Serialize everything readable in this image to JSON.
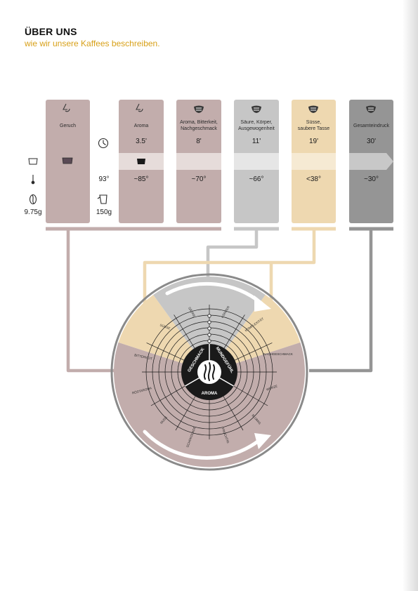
{
  "header": {
    "title": "ÜBER UNS",
    "subtitle": "wie wir unsere Kaffees beschreiben."
  },
  "prep": {
    "temperature": "93°",
    "dose": "9.75g",
    "water": "150g"
  },
  "columns": [
    {
      "label": "Geruch",
      "time": "",
      "temp": "",
      "color": "#c2adac",
      "icon": "nose-icon"
    },
    {
      "label": "Aroma",
      "time": "3.5'",
      "temp": "~85°",
      "color": "#c2adac",
      "icon": "nose-icon"
    },
    {
      "label": "Aroma, Bitterkeit, Nachgeschmack",
      "time": "8'",
      "temp": "~70°",
      "color": "#c2adac",
      "icon": "mouth-icon"
    },
    {
      "label": "Säure, Körper, Ausgewogenheit",
      "time": "11'",
      "temp": "~66°",
      "color": "#c6c6c6",
      "icon": "mouth-icon"
    },
    {
      "label": "Süsse, saubere Tasse",
      "time": "19'",
      "temp": "<38°",
      "color": "#eed8b0",
      "icon": "mouth-icon"
    },
    {
      "label": "Gesamteindruck",
      "time": "30'",
      "temp": "~30°",
      "color": "#959595",
      "icon": "mouth-icon"
    }
  ],
  "wheel": {
    "center": [
      "GESCHMACK",
      "MUNDGEFÜHL",
      "AROMA"
    ],
    "attributes": [
      "SÜSSE",
      "SÄURE",
      "KÖRPER",
      "KOMPLEXITÄT",
      "NACHGESCHMACK",
      "WÜRZE",
      "BLUMIG",
      "FRUCHTIG",
      "SCHOKOLADE",
      "NUSS",
      "RÖSTAROMA",
      "BITTERKEIT"
    ]
  }
}
